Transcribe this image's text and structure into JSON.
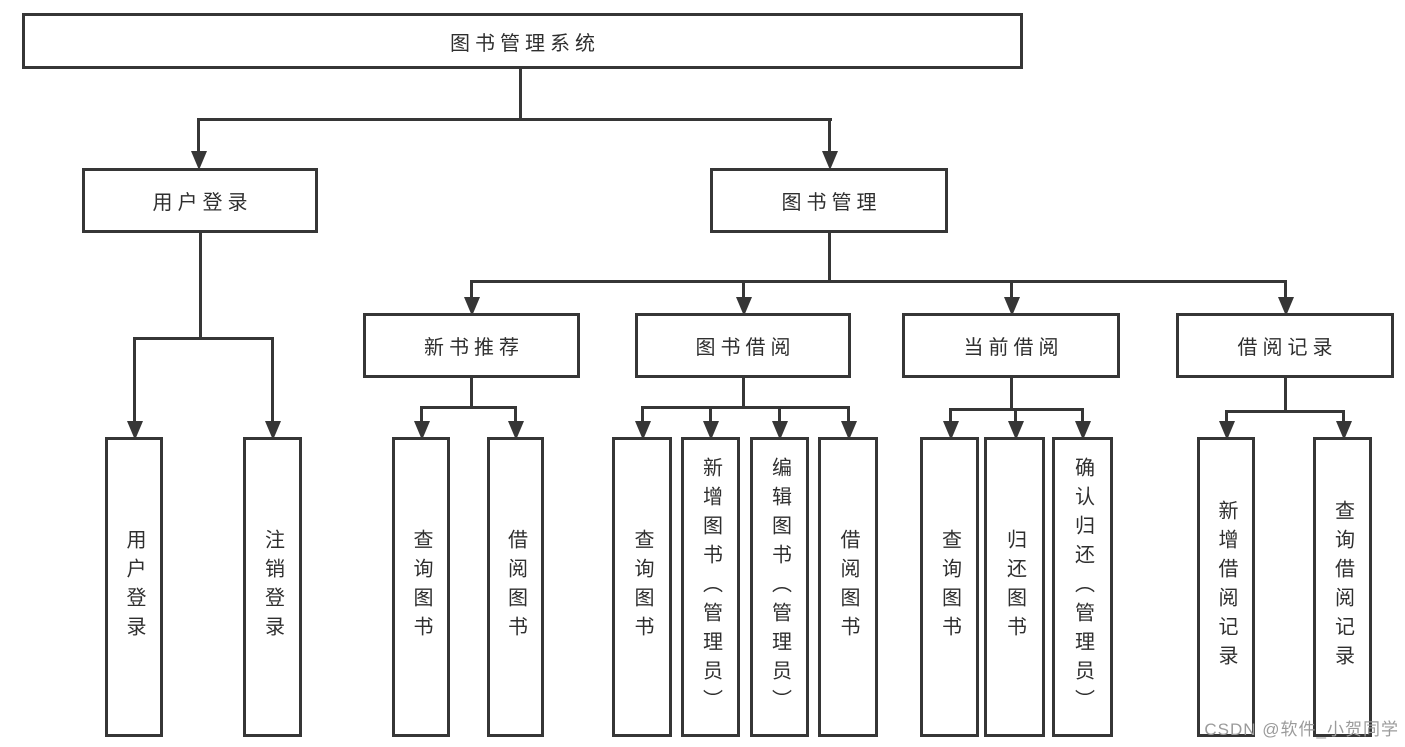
{
  "nodes": {
    "root": {
      "label": "图书管理系统"
    },
    "user_login": {
      "label": "用户登录"
    },
    "book_mgmt": {
      "label": "图书管理"
    },
    "new_book_rec": {
      "label": "新书推荐"
    },
    "book_borrow": {
      "label": "图书借阅"
    },
    "current_borrow": {
      "label": "当前借阅"
    },
    "borrow_records": {
      "label": "借阅记录"
    },
    "leaf_user_login": {
      "label": "用户登录"
    },
    "leaf_logout": {
      "label": "注销登录"
    },
    "leaf_nb_query": {
      "label": "查询图书"
    },
    "leaf_nb_borrow": {
      "label": "借阅图书"
    },
    "leaf_bb_query": {
      "label": "查询图书"
    },
    "leaf_bb_add": {
      "label": "新增图书（管理员）"
    },
    "leaf_bb_edit": {
      "label": "编辑图书（管理员）"
    },
    "leaf_bb_borrow": {
      "label": "借阅图书"
    },
    "leaf_cb_query": {
      "label": "查询图书"
    },
    "leaf_cb_return": {
      "label": "归还图书"
    },
    "leaf_cb_confirm": {
      "label": "确认归还（管理员）"
    },
    "leaf_br_add": {
      "label": "新增借阅记录"
    },
    "leaf_br_query": {
      "label": "查询借阅记录"
    }
  },
  "watermark": {
    "text": "CSDN @软件_小贺同学"
  },
  "colors": {
    "line": "#363636",
    "box_border": "#363636",
    "text": "#2f2f2f",
    "watermark": "#9b9b9b",
    "background": "#ffffff"
  }
}
